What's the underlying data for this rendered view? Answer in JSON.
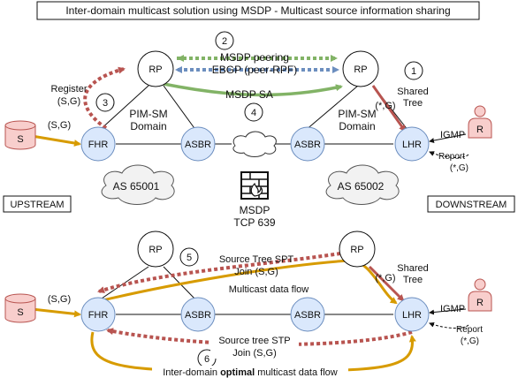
{
  "title": "Inter-domain multicast solution using MSDP - Multicast source information sharing",
  "colors": {
    "green": "#82b366",
    "blue": "#6c8ebf",
    "red": "#b85450",
    "orange": "#d79b00",
    "node_fill": "#dae8fc",
    "node_stroke": "#6c8ebf",
    "rp_fill": "#ffffff",
    "host_fill": "#f8cecc"
  },
  "top": {
    "nodes": {
      "rp_left": "RP",
      "rp_right": "RP",
      "fhr": "FHR",
      "asbr_left": "ASBR",
      "asbr_right": "ASBR",
      "lhr": "LHR",
      "source": "S",
      "receiver": "R"
    },
    "labels": {
      "step2": "2",
      "msdp_peering": "MSDP peering",
      "ebgp": "EBGP (peer-RPF)",
      "step1": "1",
      "shared_tree_1": "Shared",
      "shared_tree_2": "Tree",
      "register_1": "Register",
      "register_2": "(S,G)",
      "step3": "3",
      "msdp_sa": "MSDP SA",
      "step4": "4",
      "pim_left_1": "PIM-SM",
      "pim_left_2": "Domain",
      "pim_right_1": "PIM-SM",
      "pim_right_2": "Domain",
      "sg_left": "(S,G)",
      "starg": "(*,G)",
      "igmp": "IGMP",
      "report_1": "Report",
      "report_2": "(*,G)",
      "as_left": "AS 65001",
      "as_right": "AS 65002",
      "upstream": "UPSTREAM",
      "downstream": "DOWNSTREAM",
      "msdp_tcp_1": "MSDP",
      "msdp_tcp_2": "TCP 639"
    }
  },
  "bottom": {
    "nodes": {
      "rp_left": "RP",
      "rp_right": "RP",
      "fhr": "FHR",
      "asbr_left": "ASBR",
      "asbr_right": "ASBR",
      "lhr": "LHR",
      "source": "S",
      "receiver": "R"
    },
    "labels": {
      "step5": "5",
      "spt_join_1": "Source Tree SPT",
      "spt_join_2": "Join (S,G)",
      "shared_tree_1": "Shared",
      "shared_tree_2": "Tree",
      "mc_flow": "Multicast data flow",
      "sg_left": "(S,G)",
      "starg": "(*,G)",
      "igmp": "IGMP",
      "report_1": "Report",
      "report_2": "(*,G)",
      "stp_join_1": "Source tree STP",
      "stp_join_2": "Join (S,G)",
      "step6": "6",
      "optimal_pre": "Inter-domain ",
      "optimal_bold": "optimal",
      "optimal_post": " multicast data flow"
    }
  }
}
